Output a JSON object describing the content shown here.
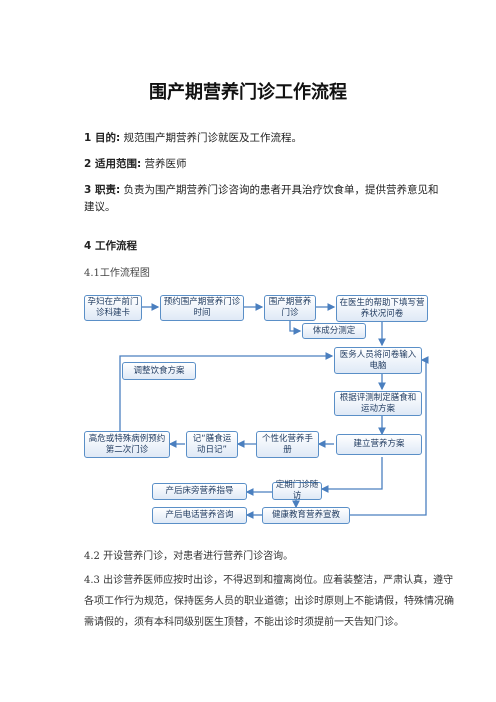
{
  "title": "围产期营养门诊工作流程",
  "sections": {
    "purpose_label": "1 目的:",
    "purpose_text": "规范围产期营养门诊就医及工作流程。",
    "scope_label": "2 适用范围:",
    "scope_text": "营养医师",
    "duty_label": "3 职责:",
    "duty_text": "负责为围产期营养门诊咨询的患者开具治疗饮食单，提供营养意见和建议。",
    "workflow_label": "4 工作流程",
    "workflow_sub": "4.1工作流程图"
  },
  "flowchart": {
    "b1": "孕妇在产前门诊科建卡",
    "b2": "预约围产期营养门诊时间",
    "b3": "围产期营养门诊",
    "b4": "在医生的帮助下填写营养状况问卷",
    "b5": "体成分测定",
    "b6": "医务人员将问卷输入电脑",
    "b7": "调整饮食方案",
    "b8": "根据评测制定膳食和运动方案",
    "b9": "高危或特殊病例预约第二次门诊",
    "b10": "记“膳食运动日记”",
    "b11": "个性化营养手册",
    "b12": "建立营养方案",
    "b13": "产后床旁营养指导",
    "b14": "定期门诊随访",
    "b15": "产后电话营养咨询",
    "b16": "健康教育营养宣教"
  },
  "bottom": {
    "p42": "4.2 开设营养门诊，对患者进行营养门诊咨询。",
    "p43": "4.3 出诊营养医师应按时出诊，不得迟到和擅离岗位。应着装整洁，严肃认真，遵守各项工作行为规范，保持医务人员的职业道德；出诊时原则上不能请假，特殊情况确需请假的，须有本科同级别医生顶替，不能出诊时须提前一天告知门诊。"
  }
}
